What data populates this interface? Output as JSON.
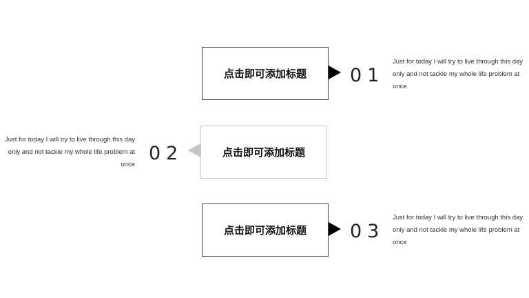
{
  "items": [
    {
      "number": "01",
      "title": "点击即可添加标题",
      "description": "Just for today I will try to live through this day only and not tackle my whole life problem at once"
    },
    {
      "number": "02",
      "title": "点击即可添加标题",
      "description": "Just for today I will try to live through this day only and not tackle my whole life problem at once"
    },
    {
      "number": "03",
      "title": "点击即可添加标题",
      "description": "Just for today I will try to live through this day only and not tackle my whole life problem at once"
    }
  ],
  "colors": {
    "dark_arrow": "#000000",
    "light_arrow": "#c4c4c4",
    "dark_border": "#444444",
    "light_border": "#c8c8c8"
  }
}
